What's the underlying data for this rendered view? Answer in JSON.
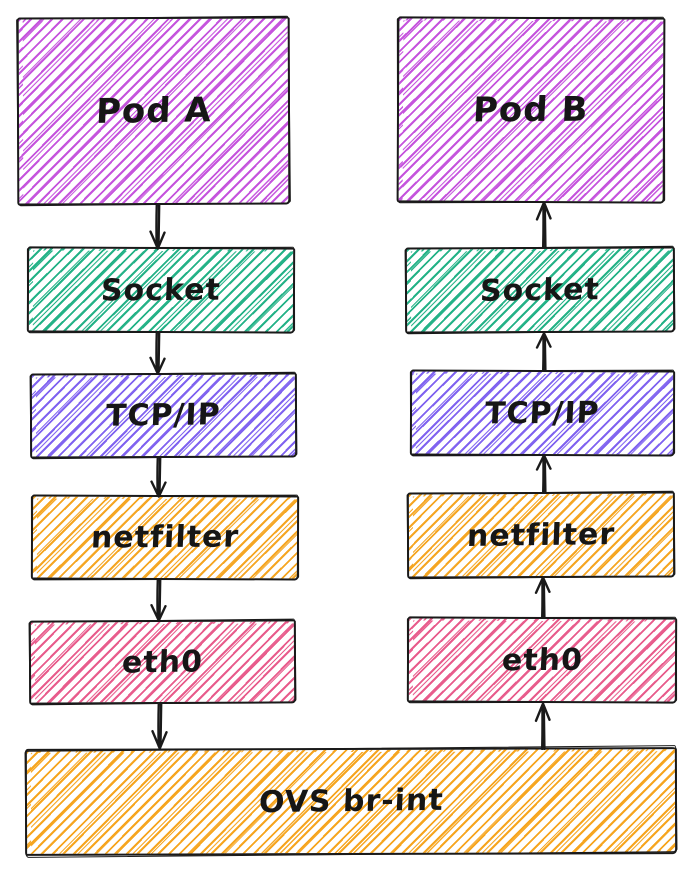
{
  "stacks": {
    "left": {
      "pod_label": "Pod A",
      "flow_direction": "down",
      "layers": [
        {
          "label": "Socket"
        },
        {
          "label": "TCP/IP"
        },
        {
          "label": "netfilter"
        },
        {
          "label": "eth0"
        }
      ]
    },
    "right": {
      "pod_label": "Pod B",
      "flow_direction": "up",
      "layers": [
        {
          "label": "Socket"
        },
        {
          "label": "TCP/IP"
        },
        {
          "label": "netfilter"
        },
        {
          "label": "eth0"
        }
      ]
    },
    "bridge_label": "OVS br-int"
  },
  "colors": {
    "pod": "#c554dd",
    "socket": "#24b287",
    "tcpip": "#8063f0",
    "netfilter": "#f5a623",
    "eth0": "#e85c8c",
    "bridge": "#f6a51f",
    "stroke": "#1a1a1a",
    "background": "#ffffff"
  }
}
